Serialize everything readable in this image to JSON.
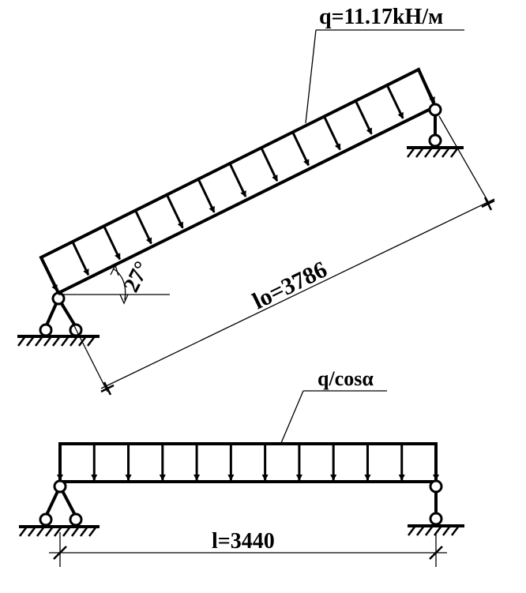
{
  "inclined_beam": {
    "load_label": "q=11.17kH/м",
    "angle_label": "27°",
    "length_label": "lo=3786"
  },
  "horizontal_beam": {
    "load_label": "q/cosα",
    "length_label": "l=3440"
  }
}
